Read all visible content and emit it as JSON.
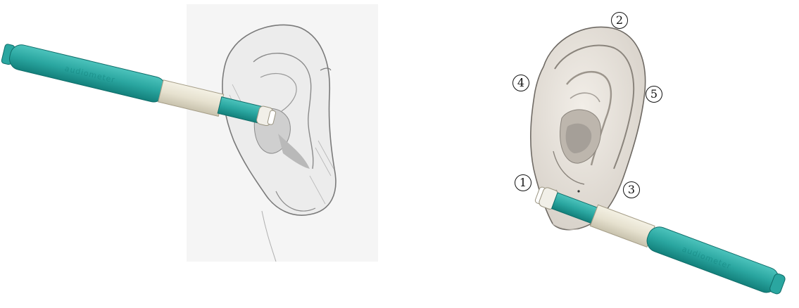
{
  "colors": {
    "probe_teal": "#2aa6a0",
    "probe_teal_dark": "#13807b",
    "probe_band": "#e6e1cf",
    "probe_tip": "#f1efe8",
    "sketch_paper": "#f4f4f4",
    "sketch_line": "#7a7a7a",
    "ear_fill": "#e8e3dc",
    "ear_shadow": "#a59f98",
    "ear_outline": "#6f6a64",
    "marker_ink": "#111111"
  },
  "left_panel": {
    "probe": {
      "icon": "probe-pen-icon",
      "text": ""
    },
    "ear": {
      "icon": "ear-sketch-icon"
    }
  },
  "right_panel": {
    "probe": {
      "icon": "probe-pen-icon",
      "text": ""
    },
    "ear": {
      "icon": "ear-illustration-icon"
    },
    "markers": [
      {
        "id": "1",
        "label": "1"
      },
      {
        "id": "2",
        "label": "2"
      },
      {
        "id": "3",
        "label": "3"
      },
      {
        "id": "4",
        "label": "4"
      },
      {
        "id": "5",
        "label": "5"
      }
    ]
  }
}
